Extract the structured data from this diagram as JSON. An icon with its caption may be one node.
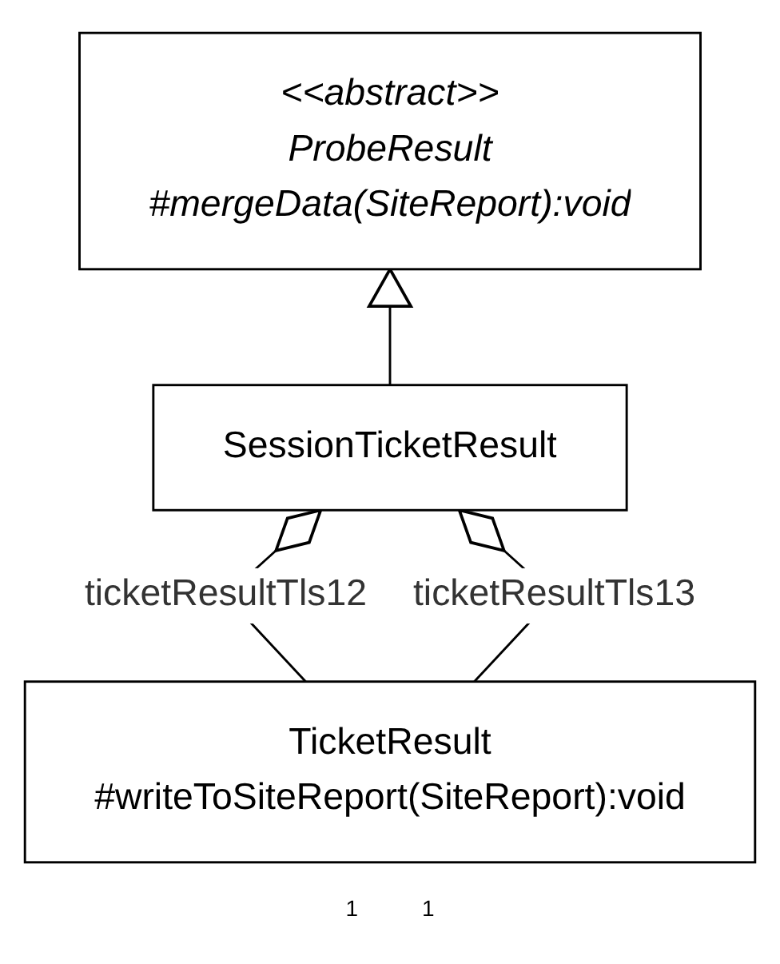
{
  "diagram": {
    "nodes": [
      {
        "text": [
          "<<abstract>>",
          "ProbeResult",
          "#mergeData(SiteReport):void"
        ]
      },
      {
        "text": [
          "SessionTicketResult"
        ]
      },
      {
        "text": [
          "TicketResult",
          "#writeToSiteReport(SiteReport):void"
        ]
      }
    ],
    "edges": [
      {
        "from": 1,
        "to": 0,
        "arrow": "to"
      },
      {
        "from": 1,
        "to": 2,
        "arrow": "other",
        "label": "ticketResultTls12"
      },
      {
        "from": 1,
        "to": 2,
        "arrow": "other",
        "label": "ticketResultTls13"
      }
    ],
    "labels": [
      "1",
      "1"
    ]
  }
}
